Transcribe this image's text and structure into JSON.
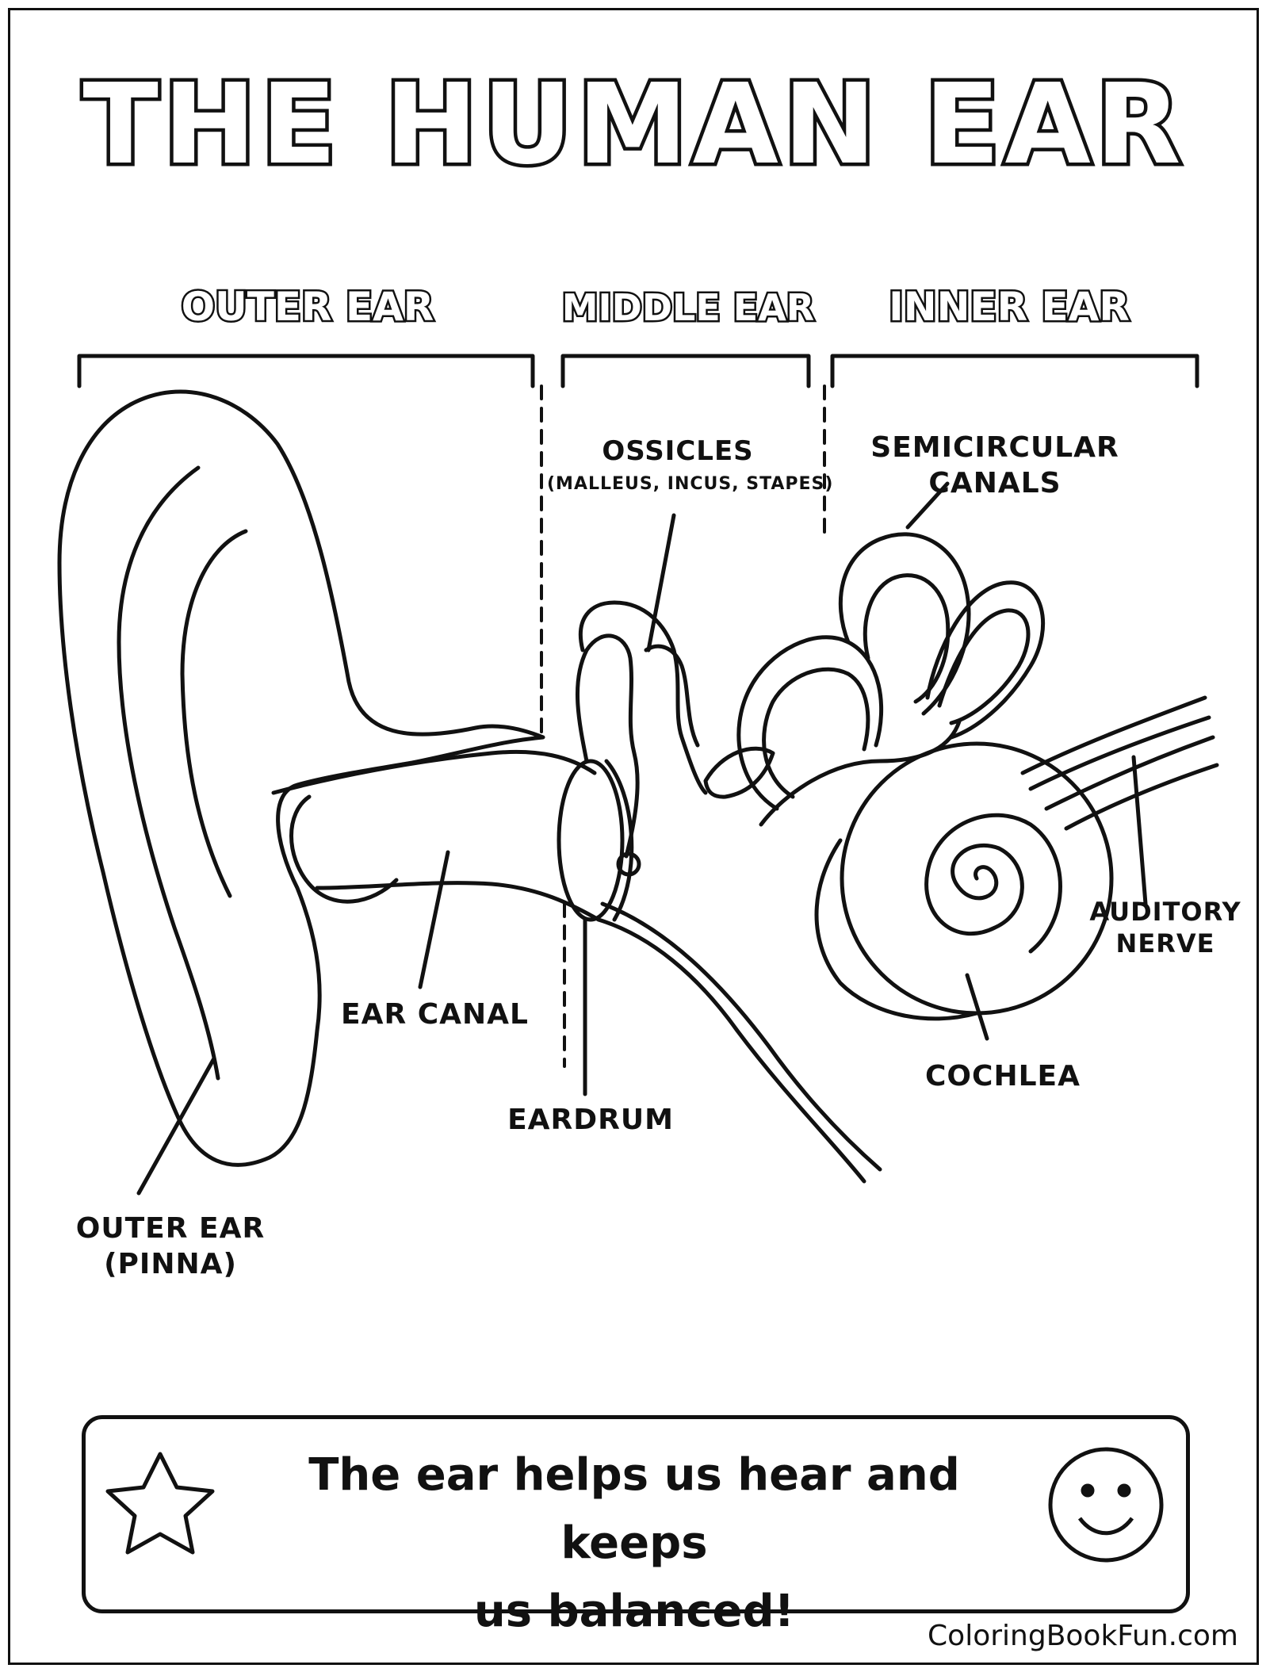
{
  "title": "THE HUMAN EAR",
  "sections": {
    "outer": "OUTER EAR",
    "middle": "MIDDLE EAR",
    "inner": "INNER EAR"
  },
  "labels": {
    "ossicles": "OSSICLES",
    "ossicles_detail": "(MALLEUS, INCUS, STAPES)",
    "semicircular_line1": "SEMICIRCULAR",
    "semicircular_line2": "CANALS",
    "auditory_line1": "AUDITORY",
    "auditory_line2": "NERVE",
    "cochlea": "COCHLEA",
    "eardrum": "EARDRUM",
    "ear_canal": "EAR CANAL",
    "pinna_line1": "OUTER EAR",
    "pinna_line2": "(PINNA)"
  },
  "caption": {
    "line1": "The ear helps us hear and keeps",
    "line2": "us balanced!",
    "left_icon": "star-icon",
    "right_icon": "smiley-face-icon"
  },
  "watermark": "ColoringBookFun.com",
  "colors": {
    "ink": "#111111",
    "paper": "#ffffff"
  }
}
